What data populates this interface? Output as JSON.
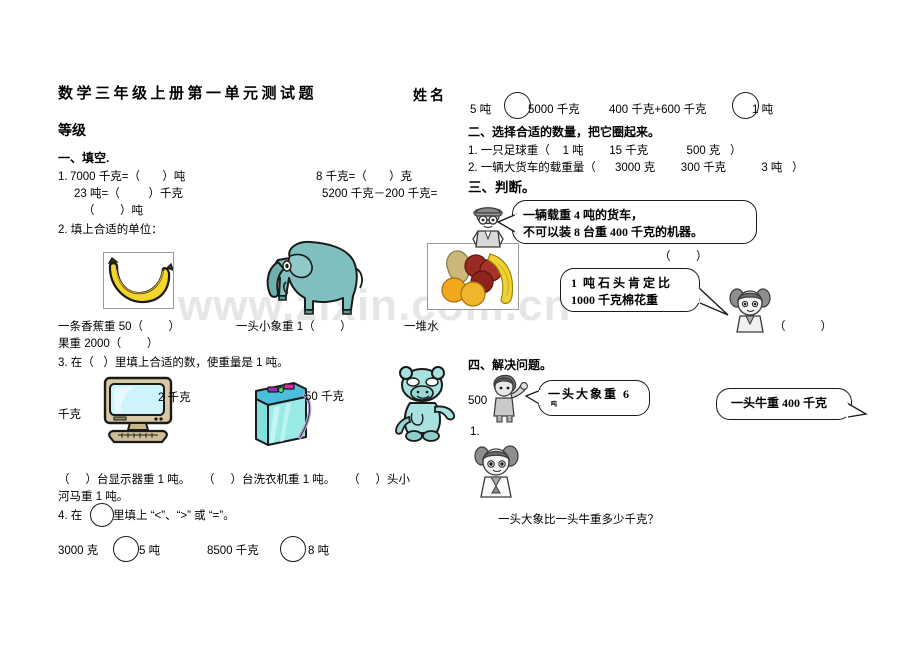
{
  "document": {
    "title": "数学三年级上册第一单元测试题",
    "name_label": "姓名",
    "grade_label": "等级",
    "watermark": "www.zixin.com.cn"
  },
  "section_one": {
    "heading": "一、填空.",
    "q1_label": "1.",
    "q1_left_line1": "7000 千克=（       ）吨",
    "q1_left_line2": "23 吨=（         ）千克",
    "q1_left_line3": "（        ）吨",
    "q1_right_line1": "8 千克=（       ）克",
    "q1_right_line2": "5200 千克－200 千克=",
    "q2_label": "2. 填上合适的单位：",
    "q2_cap_banana": "一条香蕉重 50（        ）",
    "q2_cap_elephant": "一头小象重 1（        ）",
    "q2_cap_fruit_line1": "一堆水",
    "q2_cap_fruit_line2": "果重 2000（        ）",
    "q3_label": "3. 在（   ）里填上合适的数，使重量是 1 吨。",
    "q3_unit_left": "千克",
    "q3_monitor_weight": "2 千克",
    "q3_washer_weight": "50 千克",
    "q3_ans_line1": "（     ）台显示器重 1 吨。    （     ）台洗衣机重 1 吨。    （     ）头小",
    "q3_ans_line2": "河马重 1 吨。",
    "q4_label_a": "4. 在",
    "q4_label_b": "里填上 “<”、“>” 或 “=”。",
    "q4_cmp1_left": "3000 克",
    "q4_cmp1_right": "5 吨",
    "q4_cmp2_left": "8500 千克",
    "q4_cmp2_right": "8 吨",
    "q4_cmp3_left": "5 吨",
    "q4_cmp3_right": "5000 千克",
    "q4_cmp4_left": "400 千克+600 千克",
    "q4_cmp4_right": "1 吨"
  },
  "section_two": {
    "heading": "二、选择合适的数量，把它圈起来。",
    "q1": "1. 一只足球重（    1 吨        15 千克            500 克   ）",
    "q2": "2. 一辆大货车的载重量（      3000 克        300 千克           3 吨   ）"
  },
  "section_three": {
    "heading": "三、判断。",
    "bubble1_line1": "一辆载重 4 吨的货车，",
    "bubble1_line2": "不可以装 8 台重 400 千克的机器。",
    "bubble1_answer": "（        ）",
    "bubble2_line1": "1  吨 石 头 肯 定 比",
    "bubble2_line2": "1000 千克棉花重",
    "bubble2_answer": "（           ）"
  },
  "section_four": {
    "heading": "四、解决问题。",
    "stray_number": "500",
    "q1_label": "1.",
    "bubble_elephant_line1": "一头大象重 6",
    "bubble_elephant_line2": "吨",
    "bubble_cow": "一头牛重 400 千克",
    "question": "一头大象比一头牛重多少千克？"
  },
  "illustrations": {
    "banana": "banana-illustration",
    "elephant": "baby-elephant-illustration",
    "fruit": "fruit-pile-illustration",
    "monitor": "crt-monitor-illustration",
    "washer": "washing-machine-illustration",
    "hippo": "baby-hippo-illustration",
    "boy_cap": "boy-with-cap-figure",
    "girl_ponytail": "girl-with-ponytails-figure",
    "boy_pointing": "boy-pointing-figure",
    "girl_thinking": "girl-thinking-figure"
  },
  "colors": {
    "banana_yellow": "#f4d52b",
    "elephant_teal": "#7fc0bf",
    "hippo_cyan": "#a8e2e0",
    "washer_cyan": "#6fd6d2",
    "monitor_tan": "#d8c9a4",
    "ink": "#1a1a1a",
    "watermark_gray": "#e6e6e6"
  }
}
